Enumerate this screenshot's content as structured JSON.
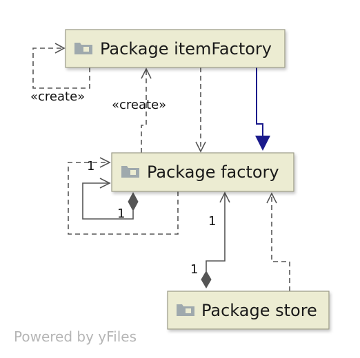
{
  "nodes": {
    "item_factory": {
      "label": "Package itemFactory",
      "icon": "folder-icon"
    },
    "factory": {
      "label": "Package factory",
      "icon": "folder-icon"
    },
    "store": {
      "label": "Package store",
      "icon": "folder-icon"
    }
  },
  "edge_labels": {
    "item_factory_self_create": "«create»",
    "factory_to_item_factory_create": "«create»",
    "factory_self_source": "1",
    "factory_self_target": "1",
    "store_factory_source": "1",
    "store_factory_target": "1"
  },
  "watermark": "Powered by yFiles",
  "colors": {
    "node_fill": "#ececd2",
    "node_border": "#9a9a86",
    "edge": "#555555",
    "highlight_edge": "#1a1a8c"
  }
}
